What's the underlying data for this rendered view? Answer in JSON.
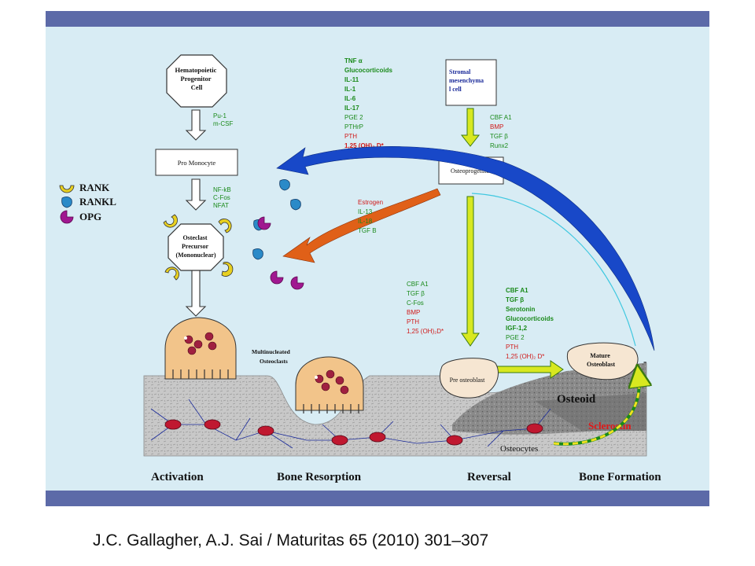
{
  "colors": {
    "frame": "#d8ecf4",
    "band": "#5c6aa8",
    "green_text": "#1a8a1a",
    "red_text": "#d01818",
    "blue_text": "#1a2a9a",
    "navy_text": "#10206a",
    "rank": "#e8d020",
    "rankl": "#2a8ac8",
    "opg": "#a01890",
    "osteoclast": "#f2c48a",
    "arrow_green": "#d8e820",
    "arrow_blue": "#1848c8",
    "arrow_orange": "#e06018",
    "sclerostin": "#e01818"
  },
  "cells": {
    "hematopoietic": "Hematopoietic Progenitor Cell",
    "pro_monocyte": "Pro Monocyte",
    "osteoclast_precursor": "Osteclast Precursor (Mononuclear)",
    "stromal": "Stromal mesenchyma l cell",
    "osteoprogenitor": "Osteoprogenitor",
    "pre_osteoblast": "Pre osteoblast",
    "mature_osteoblast": "Mature Osteoblast",
    "multinucleated": "Multinucleated Osteoclasts",
    "osteoid": "Osteoid",
    "sclerostin": "Sclerostin",
    "osteocytes": "Osteocytes"
  },
  "factors": {
    "pu1": [
      "Pu-1",
      "m-CSF"
    ],
    "nfkb": [
      "NF-kB",
      "C-Fos",
      "NFAT"
    ],
    "resorb_green": [
      "TNF α",
      "Glucocorticoids",
      "IL-11",
      "IL-1",
      "IL-6",
      "IL-17",
      "PGE 2",
      "PTHrP"
    ],
    "resorb_red": [
      "PTH",
      "1,25 (OH)₂ D*"
    ],
    "stromal_green": [
      "CBF A1",
      "TGF β",
      "Runx2"
    ],
    "stromal_red": [
      "BMP"
    ],
    "estrogen_red": [
      "Estrogen"
    ],
    "estrogen_green": [
      "IL-13",
      "IL-18",
      "TGF B"
    ],
    "pre_green": [
      "CBF A1",
      "TGF β",
      "C-Fos"
    ],
    "pre_red": [
      "BMP",
      "PTH",
      "1,25 (OH)₂D*"
    ],
    "mature_green": [
      "CBF A1",
      "TGF β",
      "Serotonin",
      "Glucocorticoids",
      "IGF-1,2",
      "PGE 2"
    ],
    "mature_red": [
      "PTH",
      "1,25 (OH)₂ D*"
    ]
  },
  "legend": {
    "rank": "RANK",
    "rankl": "RANKL",
    "opg": "OPG"
  },
  "stages": [
    "Activation",
    "Bone Resorption",
    "Reversal",
    "Bone Formation"
  ],
  "minus_sign": "-",
  "citation": "J.C. Gallagher, A.J. Sai / Maturitas 65 (2010) 301–307"
}
